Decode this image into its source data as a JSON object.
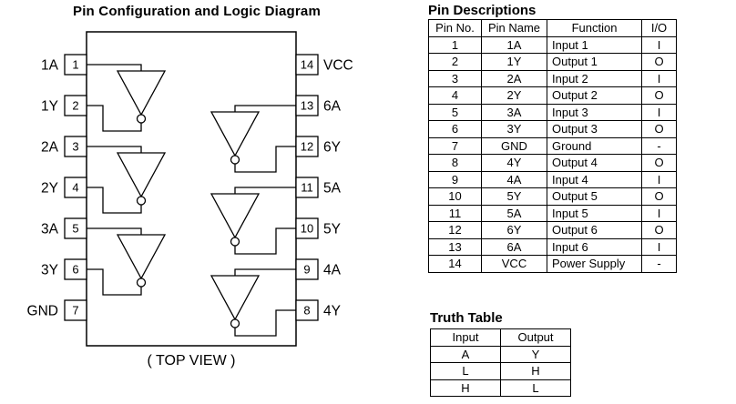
{
  "diagram": {
    "title": "Pin Configuration and Logic Diagram",
    "top_view_label": "( TOP VIEW )",
    "left_pins": [
      {
        "num": "1",
        "label": "1A"
      },
      {
        "num": "2",
        "label": "1Y"
      },
      {
        "num": "3",
        "label": "2A"
      },
      {
        "num": "4",
        "label": "2Y"
      },
      {
        "num": "5",
        "label": "3A"
      },
      {
        "num": "6",
        "label": "3Y"
      },
      {
        "num": "7",
        "label": "GND"
      }
    ],
    "right_pins": [
      {
        "num": "14",
        "label": "VCC"
      },
      {
        "num": "13",
        "label": "6A"
      },
      {
        "num": "12",
        "label": "6Y"
      },
      {
        "num": "11",
        "label": "5A"
      },
      {
        "num": "10",
        "label": "5Y"
      },
      {
        "num": "9",
        "label": "4A"
      },
      {
        "num": "8",
        "label": "4Y"
      }
    ],
    "inverters": [
      {
        "side": "left",
        "input_row": 0,
        "output_row": 1,
        "input_pin": "1A",
        "output_pin": "1Y"
      },
      {
        "side": "left",
        "input_row": 2,
        "output_row": 3,
        "input_pin": "2A",
        "output_pin": "2Y"
      },
      {
        "side": "left",
        "input_row": 4,
        "output_row": 5,
        "input_pin": "3A",
        "output_pin": "3Y"
      },
      {
        "side": "right",
        "input_row": 1,
        "output_row": 2,
        "input_pin": "6A",
        "output_pin": "6Y"
      },
      {
        "side": "right",
        "input_row": 3,
        "output_row": 4,
        "input_pin": "5A",
        "output_pin": "5Y"
      },
      {
        "side": "right",
        "input_row": 5,
        "output_row": 6,
        "input_pin": "4A",
        "output_pin": "4Y"
      }
    ]
  },
  "pin_descriptions": {
    "heading": "Pin Descriptions",
    "headers": [
      "Pin No.",
      "Pin Name",
      "Function",
      "I/O"
    ],
    "rows": [
      [
        "1",
        "1A",
        "Input 1",
        "I"
      ],
      [
        "2",
        "1Y",
        "Output 1",
        "O"
      ],
      [
        "3",
        "2A",
        "Input 2",
        "I"
      ],
      [
        "4",
        "2Y",
        "Output 2",
        "O"
      ],
      [
        "5",
        "3A",
        "Input 3",
        "I"
      ],
      [
        "6",
        "3Y",
        "Output 3",
        "O"
      ],
      [
        "7",
        "GND",
        "Ground",
        "-"
      ],
      [
        "8",
        "4Y",
        "Output 4",
        "O"
      ],
      [
        "9",
        "4A",
        "Input 4",
        "I"
      ],
      [
        "10",
        "5Y",
        "Output 5",
        "O"
      ],
      [
        "11",
        "5A",
        "Input 5",
        "I"
      ],
      [
        "12",
        "6Y",
        "Output 6",
        "O"
      ],
      [
        "13",
        "6A",
        "Input 6",
        "I"
      ],
      [
        "14",
        "VCC",
        "Power Supply",
        "-"
      ]
    ]
  },
  "truth_table": {
    "heading": "Truth Table",
    "headers": [
      "Input",
      "Output"
    ],
    "rows": [
      [
        "A",
        "Y"
      ],
      [
        "L",
        "H"
      ],
      [
        "H",
        "L"
      ]
    ]
  },
  "colors": {
    "line": "#000000",
    "text": "#000000",
    "background": "#ffffff"
  }
}
